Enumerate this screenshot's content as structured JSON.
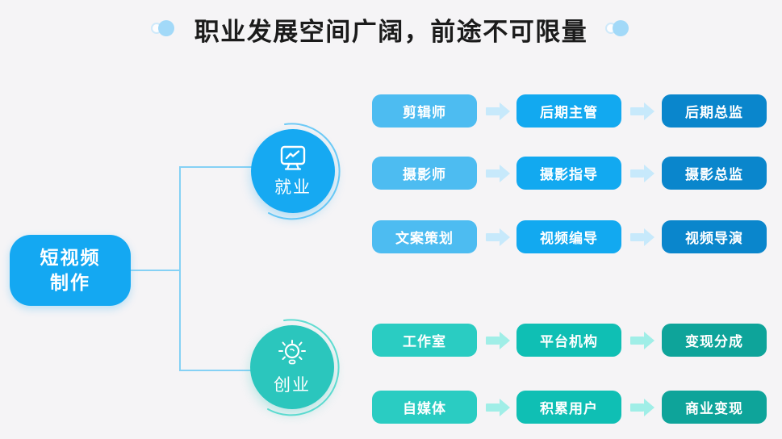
{
  "page": {
    "background": "#f5f4f6"
  },
  "title": {
    "text": "职业发展空间广阔，前途不可限量",
    "color": "#1b1b1b",
    "decoration": {
      "shape": "double-circle",
      "dot_color": "#a2d9f8",
      "ring_color": "#cfe9fa"
    }
  },
  "root_node": {
    "label_line1": "短视频",
    "label_line2": "制作",
    "color": "#14a8f2"
  },
  "connector_color": "#85d1f5",
  "branches": [
    {
      "id": "employment",
      "label": "就业",
      "icon": "monitor-trend-icon",
      "circle_color": "#16a9f2",
      "arc_color": "#6fcbf6",
      "tier_colors": [
        "#4dbcf1",
        "#12a9f0",
        "#0a86cc"
      ],
      "arrow_color": "#c7e9fb",
      "rows": [
        [
          "剪辑师",
          "后期主管",
          "后期总监"
        ],
        [
          "摄影师",
          "摄影指导",
          "摄影总监"
        ],
        [
          "文案策划",
          "视频编导",
          "视频导演"
        ]
      ]
    },
    {
      "id": "entrepreneurship",
      "label": "创业",
      "icon": "lightbulb-icon",
      "circle_color": "#2bc6bd",
      "arc_color": "#62ddd2",
      "tier_colors": [
        "#2accc2",
        "#0fbfb4",
        "#0ea49a"
      ],
      "arrow_color": "#a0eee7",
      "rows": [
        [
          "工作室",
          "平台机构",
          "变现分成"
        ],
        [
          "自媒体",
          "积累用户",
          "商业变现"
        ]
      ]
    }
  ]
}
